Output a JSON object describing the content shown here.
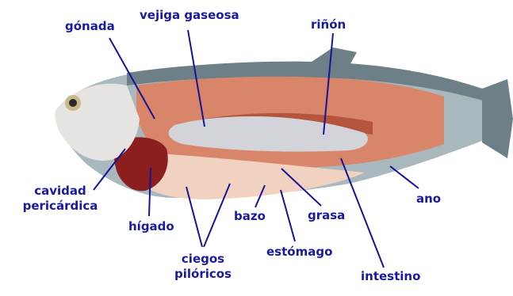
{
  "colors": {
    "label_text": "#1a1aa0",
    "leader_line": "#14149a",
    "background": "#ffffff",
    "fish_back": "#6e8087",
    "fish_side": "#a9b8bc",
    "flesh": "#d9856a",
    "flesh_dark": "#b5553e",
    "belly": "#f1d2c0",
    "swim_bladder": "#d3d4d9",
    "liver": "#8a1f1e",
    "head": "#e5e4e0"
  },
  "labels": {
    "gonada": "gónada",
    "vejiga": "vejiga gaseosa",
    "rinon": "riñón",
    "cavidad_line1": "cavidad",
    "cavidad_line2": "pericárdica",
    "higado": "hígado",
    "bazo": "bazo",
    "grasa": "grasa",
    "ano": "ano",
    "ciegos_line1": "ciegos",
    "ciegos_line2": "pilóricos",
    "estomago": "estómago",
    "intestino": "intestino"
  }
}
